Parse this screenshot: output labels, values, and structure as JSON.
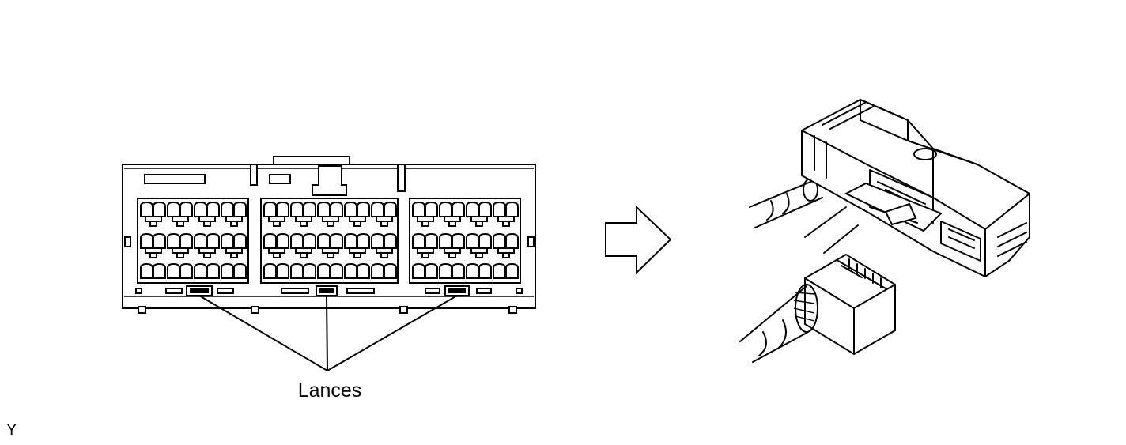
{
  "labels": {
    "lances": "Lances",
    "figure_code": "Y"
  },
  "connector_face": {
    "blocks": [
      {
        "name": "left",
        "columns": 4
      },
      {
        "name": "center",
        "columns": 5
      },
      {
        "name": "right",
        "columns": 4
      }
    ],
    "rows_per_block": 3,
    "lance_count": 3
  },
  "icons": {
    "direction_arrow": "arrow-right-outline-icon"
  }
}
